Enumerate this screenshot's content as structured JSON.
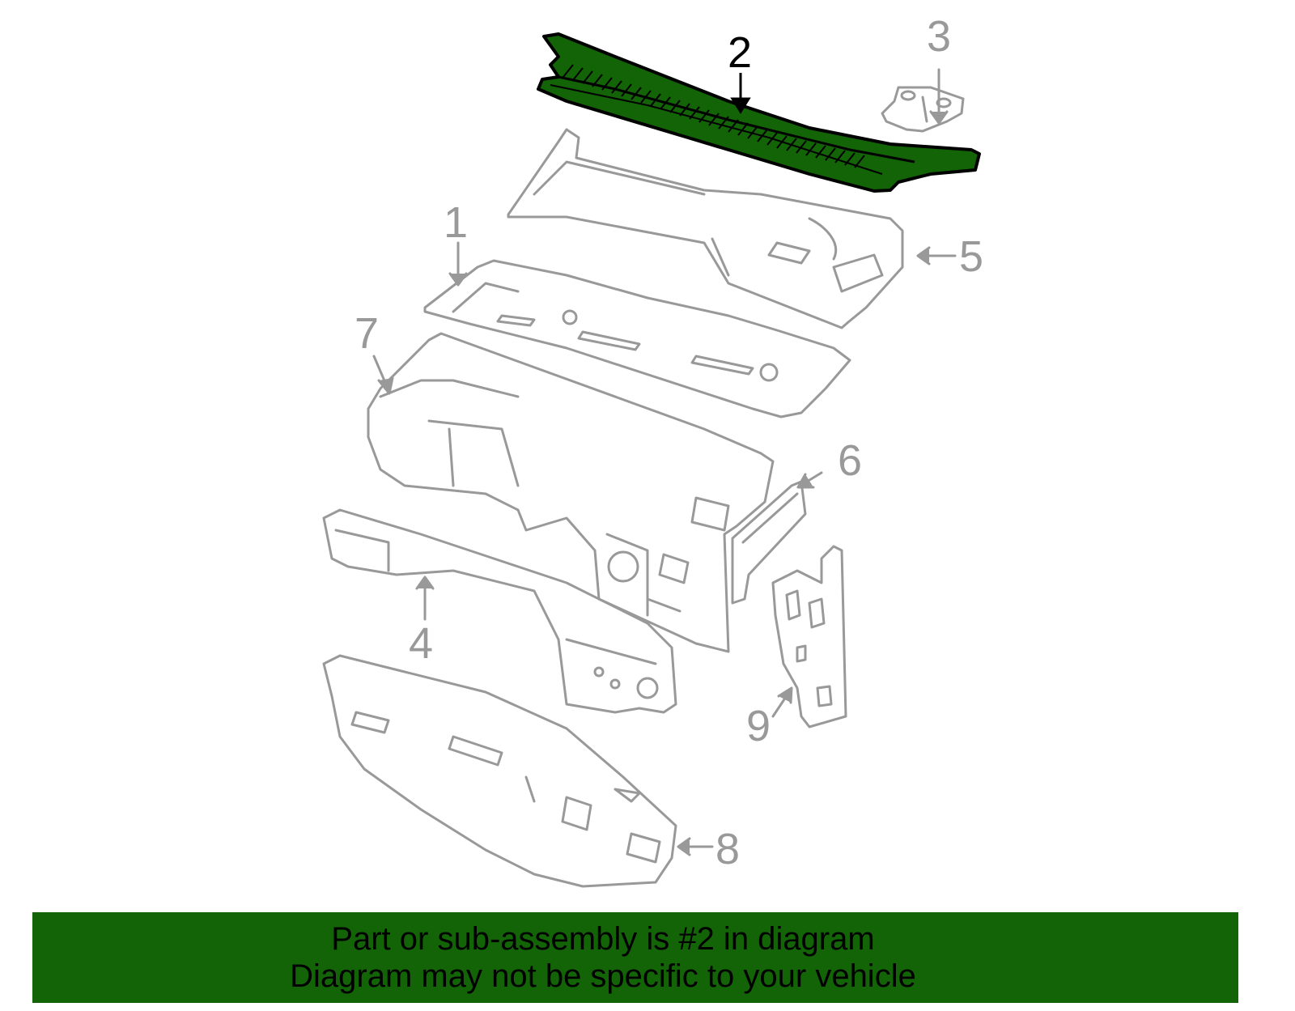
{
  "diagram": {
    "highlighted_part": "2",
    "highlight_color": "#136307",
    "outline_color": "#999999",
    "callouts": [
      {
        "label": "1",
        "highlighted": false
      },
      {
        "label": "2",
        "highlighted": true
      },
      {
        "label": "3",
        "highlighted": false
      },
      {
        "label": "4",
        "highlighted": false
      },
      {
        "label": "5",
        "highlighted": false
      },
      {
        "label": "6",
        "highlighted": false
      },
      {
        "label": "7",
        "highlighted": false
      },
      {
        "label": "8",
        "highlighted": false
      },
      {
        "label": "9",
        "highlighted": false
      }
    ]
  },
  "banner": {
    "background": "#136307",
    "line1": "Part or sub-assembly is #2 in diagram",
    "line2": "Diagram may not be specific to your vehicle"
  }
}
